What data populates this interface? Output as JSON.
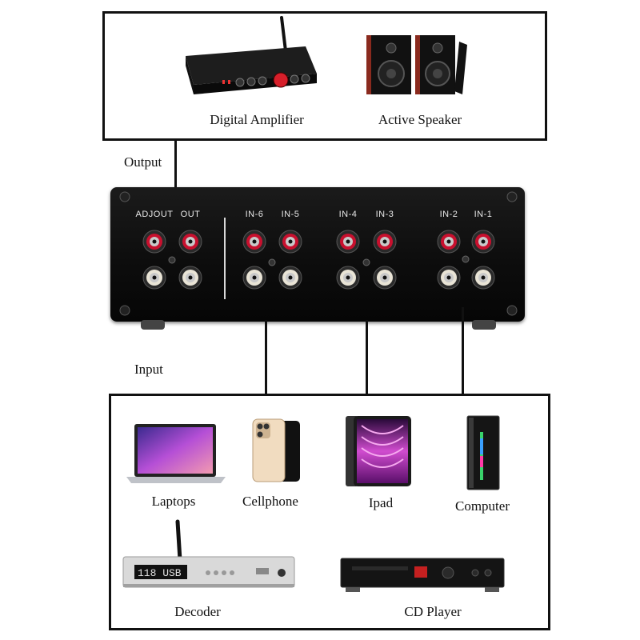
{
  "output_box": {
    "items": [
      {
        "label": "Digital Amplifier"
      },
      {
        "label": "Active Speaker"
      }
    ]
  },
  "section_labels": {
    "output": "Output",
    "input": "Input"
  },
  "switcher": {
    "jack_labels": [
      "ADJOUT",
      "OUT",
      "IN-6",
      "IN-5",
      "IN-4",
      "IN-3",
      "IN-2",
      "IN-1"
    ],
    "jack_colors": {
      "top": "#c8102e",
      "bottom": "#e9e4d6"
    }
  },
  "input_box": {
    "items": [
      {
        "label": "Laptops"
      },
      {
        "label": "Cellphone"
      },
      {
        "label": "Ipad"
      },
      {
        "label": "Computer"
      },
      {
        "label": "Decoder"
      },
      {
        "label": "CD Player"
      }
    ]
  },
  "colors": {
    "frame": "#111111",
    "chassis": "#0d0d0d",
    "laptop_screen": "#7b3fbf",
    "phone_body": "#f1dcc0",
    "tablet_screen": "#c63fbf"
  },
  "device_text": {
    "decoder_display": "118 USB"
  }
}
